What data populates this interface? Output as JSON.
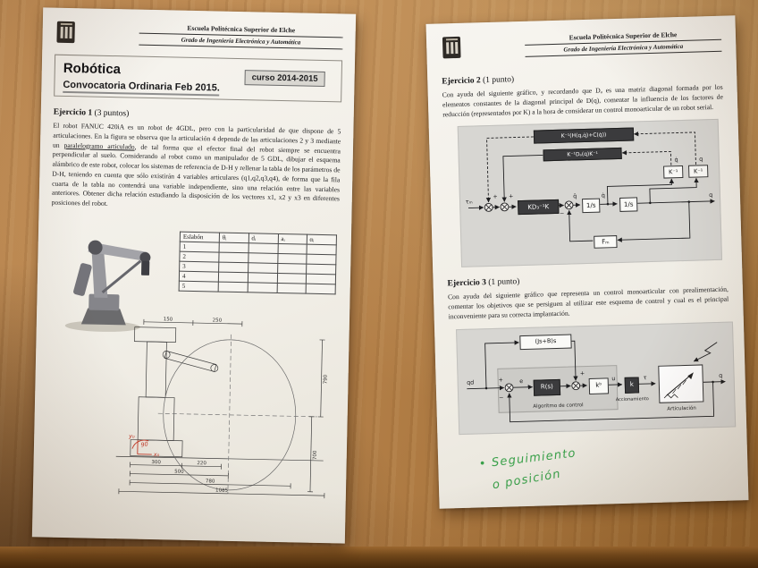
{
  "colors": {
    "wood": "#b5814a",
    "paper": "#f3f0ea",
    "ink": "#1c1c1e",
    "green_ink": "#3aa04a",
    "red_ink": "#c43c2a",
    "block_dark": "#3b3b3d",
    "panel_gray": "#d7d6d2"
  },
  "glyphs": {
    "plus": "+",
    "minus": "−"
  },
  "left_page": {
    "header": {
      "school": "Escuela Politécnica Superior de Elche",
      "degree": "Grado de Ingeniería Electrónica y Automática"
    },
    "title": "Robótica",
    "subtitle": "Convocatoria Ordinaria Feb 2015.",
    "course_badge": "curso 2014-2015",
    "exercise1": {
      "label": "Ejercicio 1",
      "points": " (3 puntos)",
      "body_pre": "El robot FANUC 420iA es un robot de 4GDL, pero con la particularidad de que dispone de 5 articulaciones. En la figura se observa que la articulación 4 depende de las articulaciones 2 y 3 mediante un ",
      "body_underlined": "paralelogramo articulado",
      "body_post": ", de tal forma que el efector final del robot siempre se encuentra perpendicular al suelo. Considerando al robot como un manipulador de 5 GDL, dibujar el esquema alámbrico de este robot, colocar los sistemas de referencia de D-H y rellenar la tabla de los parámetros de D-H, teniendo en cuenta que sólo existirán 4 variables articulares (q1,q2,q3,q4), de forma que la fila cuarta de la tabla no contendrá una variable independiente, sino una relación entre las variables anteriores. Obtener dicha relación estudiando la disposición de los vectores x1, x2 y x3 en diferentes posiciones del robot."
    },
    "dh_table": {
      "headers": [
        "Eslabón",
        "θᵢ",
        "dᵢ",
        "aᵢ",
        "αᵢ"
      ],
      "rows": [
        "1",
        "2",
        "3",
        "4",
        "5"
      ]
    },
    "drawing": {
      "dims_top": [
        "150",
        "250"
      ],
      "dims_right": [
        "790",
        "700"
      ],
      "dims_bottom": [
        "300",
        "220",
        "500",
        "780",
        "1085"
      ],
      "handwritten_red": [
        "90",
        "x₀",
        "y₀"
      ]
    }
  },
  "right_page": {
    "header": {
      "school": "Escuela Politécnica Superior de Elche",
      "degree": "Grado de Ingeniería Electrónica y Automática"
    },
    "exercise2": {
      "label": "Ejercicio 2",
      "points": " (1 punto)",
      "body": "Con ayuda del siguiente gráfico, y recordando que Dₐ es una matriz diagonal formada por los elementos constantes de la diagonal principal de D(q), comentar la influencia de los factores de reducción (representados por K) a la hora de considerar un control monoarticular de un robot serial."
    },
    "diagram1": {
      "block_hc": "K⁻¹(H(q,q̇)+C(q̇))",
      "block_da": "K⁻¹Dₐ(q)K⁻¹",
      "block_kd": "KD₃⁻¹K",
      "block_int1": "1/s",
      "block_int2": "1/s",
      "block_kinv1": "K⁻¹",
      "block_kinv2": "K⁻¹",
      "block_fm": "Fₘ",
      "sig_in": "τₘ",
      "sig_qdd": "q̈",
      "sig_qd": "q̇",
      "sig_q": "q",
      "sig_qd_top": "q̇",
      "sig_q_top": "q"
    },
    "exercise3": {
      "label": "Ejercicio 3",
      "points": " (1 punto)",
      "body": "Con ayuda del siguiente gráfico que representa un control monoarticular con prealimentación, comentar los objetivos que se persiguen al utilizar este esquema de control y cual es el principal inconveniente para su correcta implantación."
    },
    "diagram2": {
      "block_ff": "(Js+B)s",
      "block_r": "R(s)",
      "block_kb": "kᵇ",
      "block_k": "k",
      "label_alg": "Algoritmo de control",
      "label_acc": "Accionamiento",
      "label_art": "Articulación",
      "sig_qd": "qd",
      "sig_e": "e",
      "sig_u": "u",
      "sig_tau": "τ",
      "sig_q": "q"
    },
    "handwritten": {
      "line1": "• Seguimiento",
      "line2": "o posición"
    }
  }
}
